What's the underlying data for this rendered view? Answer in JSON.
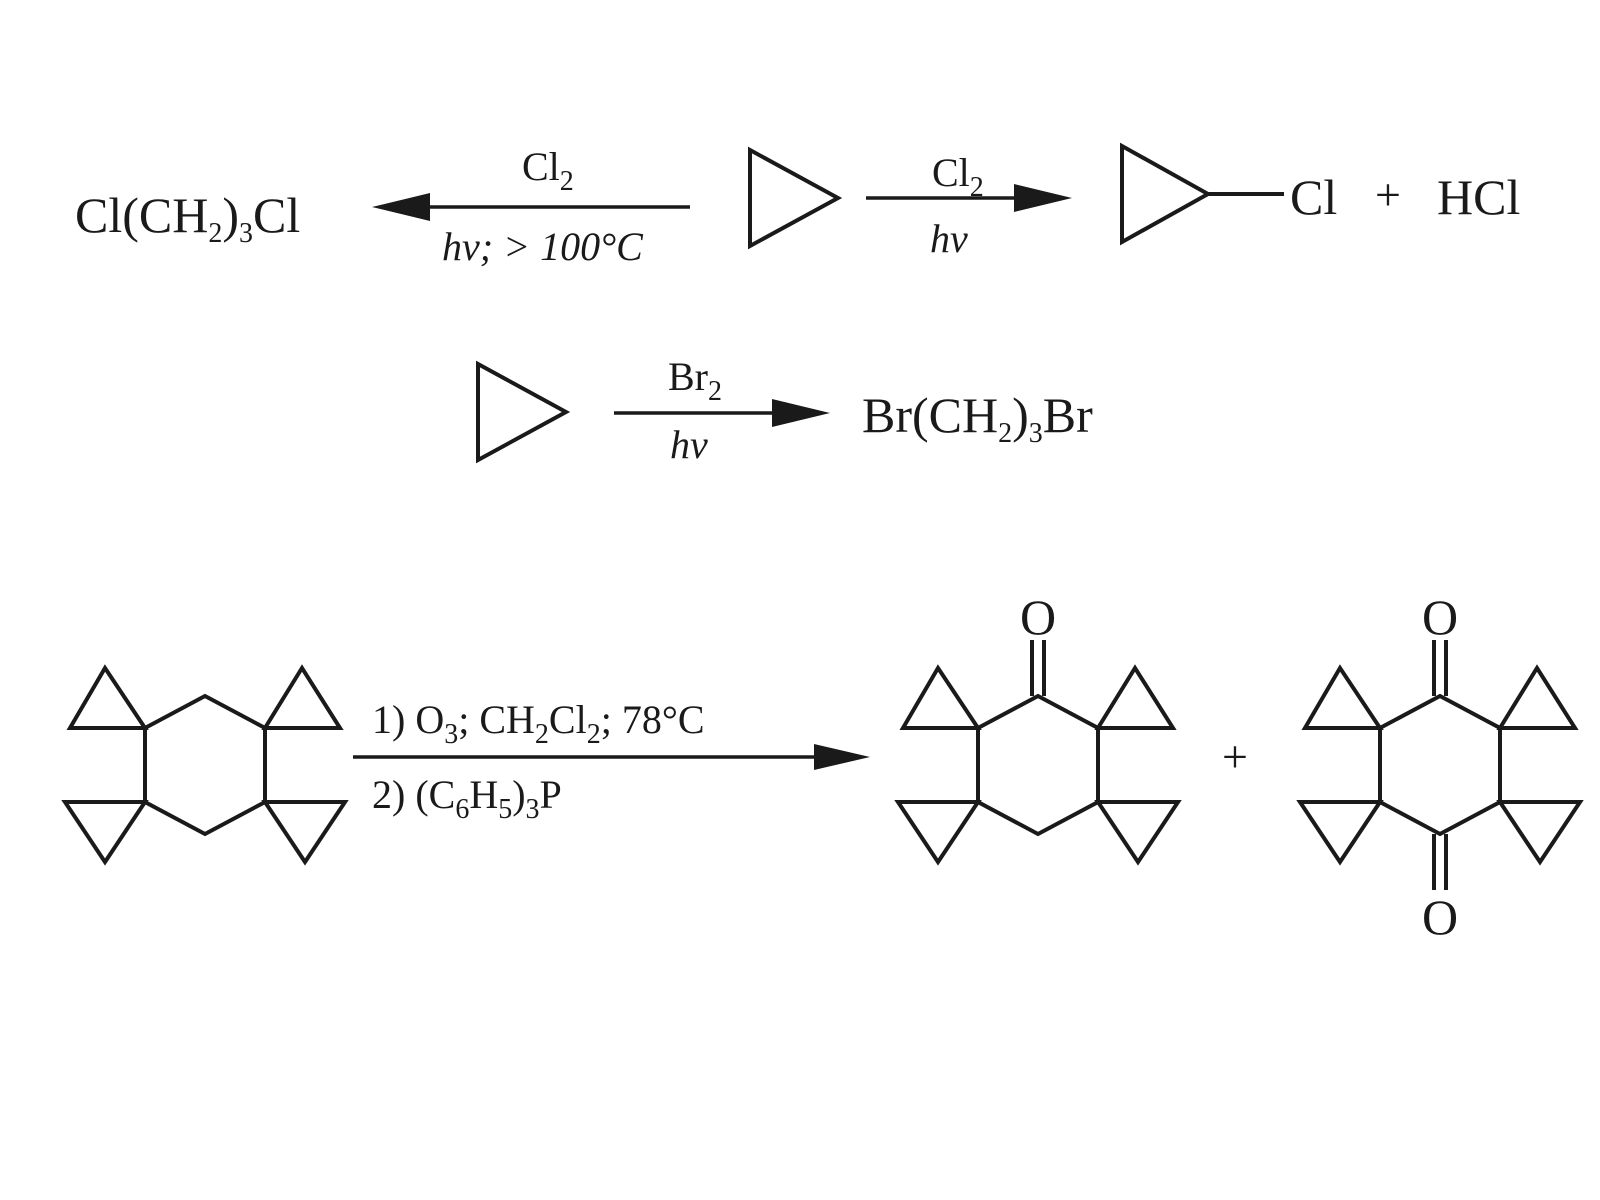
{
  "reaction1": {
    "product_left": {
      "main": "Cl(CH",
      "sub1": "2",
      "mid": ")",
      "sub2": "3",
      "tail": "Cl"
    },
    "reverse_arrow_above": {
      "main": "Cl",
      "sub": "2"
    },
    "reverse_arrow_below": "hv; > 100°C",
    "forward_arrow_above": {
      "main": "Cl",
      "sub": "2"
    },
    "forward_arrow_below": "hv",
    "substituent": "Cl",
    "plus": "+",
    "byproduct": "HCl"
  },
  "reaction2": {
    "arrow_above": {
      "main": "Br",
      "sub": "2"
    },
    "arrow_below": "hv",
    "product": {
      "main": "Br(CH",
      "sub1": "2",
      "mid": ")",
      "sub2": "3",
      "tail": "Br"
    }
  },
  "reaction3": {
    "step1": {
      "a": "1) O",
      "s1": "3",
      "b": "; CH",
      "s2": "2",
      "c": "Cl",
      "s3": "2",
      "d": "; 78°C"
    },
    "step2": {
      "a": "2) (C",
      "s1": "6",
      "b": "H",
      "s2": "5",
      "c": ")",
      "s3": "3",
      "d": "P"
    },
    "oxygen": "O",
    "plus": "+"
  }
}
